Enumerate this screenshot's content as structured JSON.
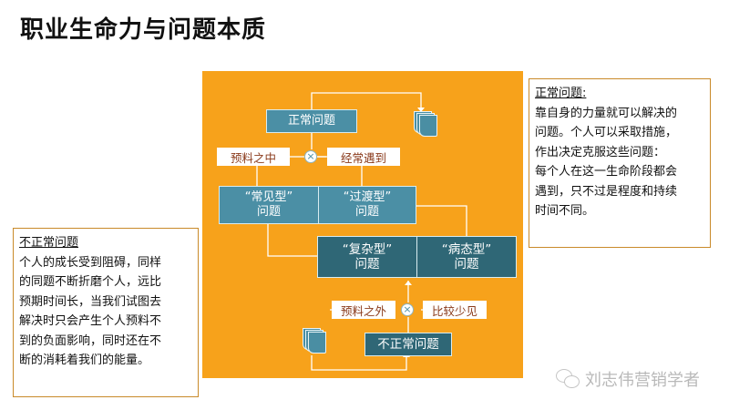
{
  "title": "职业生命力与问题本质",
  "diagram": {
    "nodes": {
      "normal_problem": "正常问题",
      "common_type": "“常见型”\n问题",
      "transition_type": "“过渡型”\n问题",
      "complex_type": "“复杂型”\n问题",
      "morbid_type": "“病态型”\n问题",
      "abnormal_problem": "不正常问题"
    },
    "labels": {
      "expected": "预料之中",
      "often_met": "经常遇到",
      "unexpected": "预料之外",
      "rare": "比较少见"
    },
    "colors": {
      "panel": "#f7a21b",
      "box_light": "#4b8fa5",
      "box_dark": "#2f6776",
      "label_text": "#8a3a1b"
    }
  },
  "notes": {
    "normal": {
      "heading": "正常问题:",
      "lines": [
        "靠自身的力量就可以解决的",
        "问题。个人可以采取措施，",
        "作出决定克服这些问题：",
        "每个人在这一生命阶段都会",
        "遇到，只不过是程度和持续",
        "时间不同。"
      ]
    },
    "abnormal": {
      "heading": "不正常问题",
      "lines": [
        "个人的成长受到阻碍，同样",
        "的同题不断折磨个人，远比",
        "预期时间长，当我们试图去",
        "解决时只会产生个人预料不",
        "到的负面影响，同时还在不",
        "断的消耗着我们的能量。"
      ]
    }
  },
  "watermark": "刘志伟营销学者"
}
